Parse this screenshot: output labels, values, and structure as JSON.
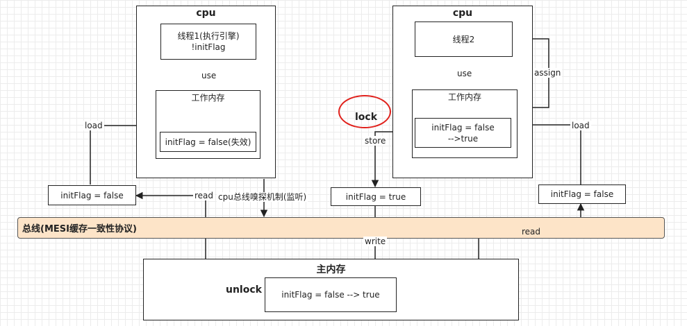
{
  "left_cpu": {
    "title": "cpu",
    "thread_line1": "线程1(执行引擎)",
    "thread_line2": "!initFlag",
    "use_label": "use",
    "work_memory_label": "工作内存",
    "var_value": "initFlag = false(失效)"
  },
  "right_cpu": {
    "title": "cpu",
    "thread_label": "线程2",
    "use_label": "use",
    "assign_label": "assign",
    "work_memory_label": "工作内存",
    "var_line1": "initFlag = false",
    "var_line2": "-->true"
  },
  "left_load_label": "load",
  "right_load_label": "load",
  "lock_label": "lock",
  "store_label": "store",
  "left_read_label": "read",
  "right_read_label": "read",
  "write_label": "write",
  "snoop_label": "cpu总线嗅探机制(监听)",
  "left_flag_box": "initFlag = false",
  "mid_flag_box": "initFlag = true",
  "right_flag_box": "initFlag = false",
  "bus_label": "总线(MESI缓存一致性协议)",
  "main_memory": {
    "title": "主内存",
    "unlock_label": "unlock",
    "var_value": "initFlag = false --> true"
  },
  "colors": {
    "bus_fill": "#fde4c8",
    "lock_ring": "#e0201b",
    "line": "#222222"
  }
}
